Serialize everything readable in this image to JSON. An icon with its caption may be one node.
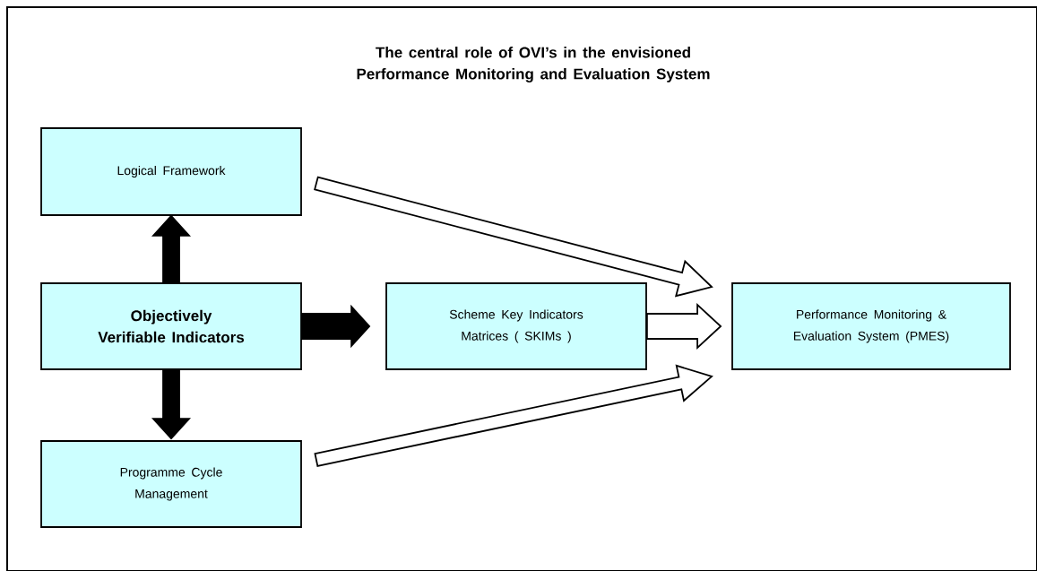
{
  "diagram": {
    "title": "The central role of OVI’s in the envisioned Performance Monitoring and Evaluation System",
    "nodes": [
      {
        "text": [
          "Logical Framework"
        ]
      },
      {
        "text": [
          "Objectively Verifiable Indicators"
        ]
      },
      {
        "text": [
          "Scheme Key Indicators Matrices ( SKIMs )"
        ]
      },
      {
        "text": [
          "Performance Monitoring & Evaluation System (PMES)"
        ]
      },
      {
        "text": [
          "Programme Cycle Management"
        ]
      }
    ],
    "edges": [
      {
        "from": 1,
        "to": 0,
        "arrow": "to",
        "style": "thick"
      },
      {
        "from": 1,
        "to": 2,
        "arrow": "to",
        "style": "thick"
      },
      {
        "from": 1,
        "to": 4,
        "arrow": "to",
        "style": "thick"
      },
      {
        "from": 0,
        "to": 3,
        "arrow": "to"
      },
      {
        "from": 2,
        "to": 3,
        "arrow": "to"
      },
      {
        "from": 4,
        "to": 3,
        "arrow": "to"
      }
    ]
  }
}
